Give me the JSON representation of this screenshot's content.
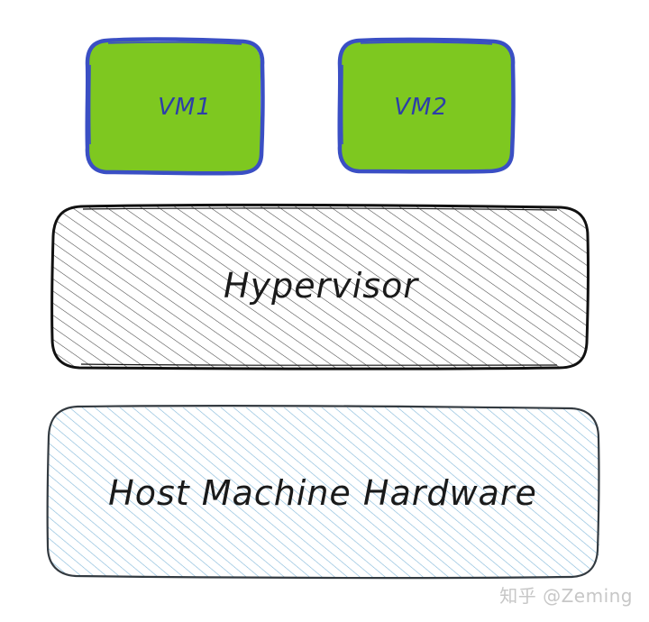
{
  "vms": [
    {
      "label": "VM1"
    },
    {
      "label": "VM2"
    }
  ],
  "hypervisor": {
    "label": "Hypervisor"
  },
  "host": {
    "label": "Host Machine Hardware"
  },
  "watermark": "知乎 @Zeming",
  "colors": {
    "vm_fill": "#7ec820",
    "vm_stroke": "#3a4fc4",
    "vm_text": "#2d3ea8",
    "hypervisor_stroke": "#111111",
    "hypervisor_hatch": "#444444",
    "host_stroke": "#333a40",
    "host_hatch": "#7fb6d8",
    "text": "#1a1a1a"
  }
}
